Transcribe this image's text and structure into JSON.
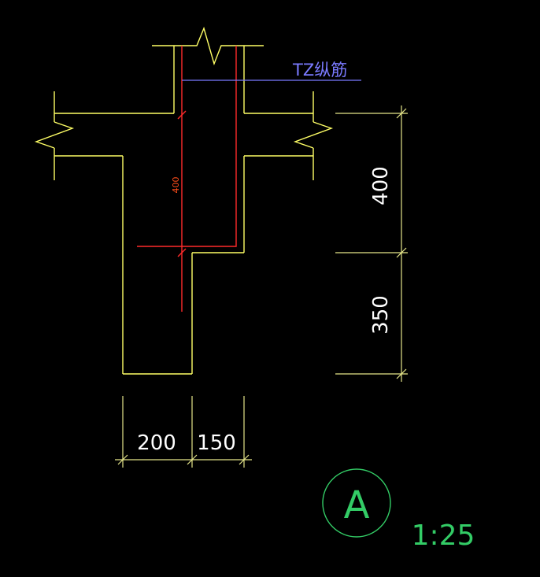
{
  "colors": {
    "background": "#000000",
    "outline": "#ffff66",
    "rebar": "#ff2a2a",
    "rebar_dim_text": "#ff4d1a",
    "leader": "#7a7aff",
    "dimension": "#e6e68a",
    "dimension_text": "#ffffff",
    "detail_marker": "#33cc66"
  },
  "labels": {
    "rebar_callout": "TZ纵筋",
    "rebar_length": "400"
  },
  "dimensions": {
    "vertical_upper": "400",
    "vertical_lower": "350",
    "horizontal_left": "200",
    "horizontal_right": "150"
  },
  "detail_marker": {
    "letter": "A",
    "scale": "1:25"
  }
}
